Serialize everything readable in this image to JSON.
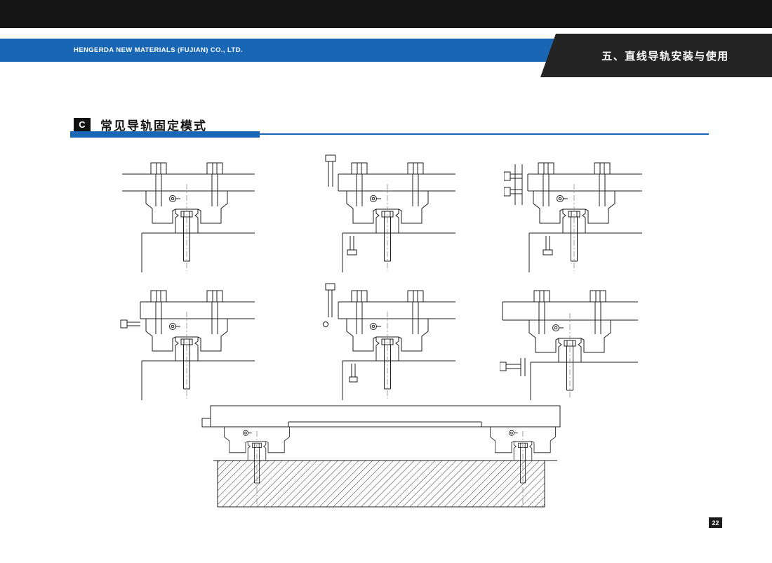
{
  "header": {
    "company": "HENGERDA NEW MATERIALS (FUJIAN) CO., LTD.",
    "chapter": "五、直线导轨安装与使用"
  },
  "section": {
    "marker": "C",
    "title": "常见导轨固定模式"
  },
  "page_number": "22",
  "colors": {
    "accent_blue": "#1866b4",
    "top_bar_black": "#151515",
    "banner_dark": "#242424"
  },
  "figures": {
    "grid": [
      {
        "name": "rail-fixing-mode-1-top-bolts"
      },
      {
        "name": "rail-fixing-mode-2-side-clamp-screw"
      },
      {
        "name": "rail-fixing-mode-3-lateral-push-screws"
      },
      {
        "name": "rail-fixing-mode-4-side-pin"
      },
      {
        "name": "rail-fixing-mode-5-vertical-clamp-screw"
      },
      {
        "name": "rail-fixing-mode-6-plate-mount-side-screw"
      }
    ],
    "bottom": {
      "name": "double-rail-assembly-on-hatched-base"
    }
  }
}
